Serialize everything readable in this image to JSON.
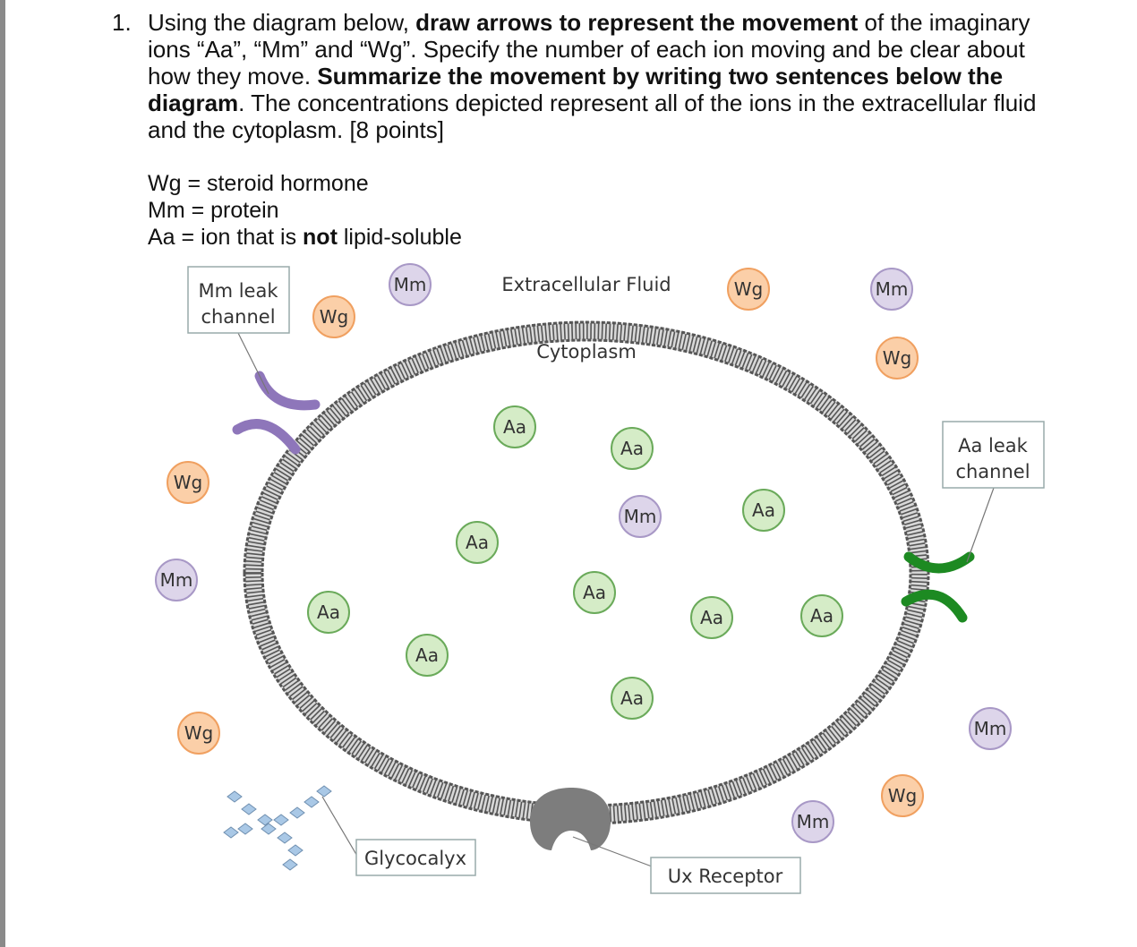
{
  "question": {
    "number": "1.",
    "lines": [
      [
        {
          "t": "Using the diagram below, ",
          "b": false
        },
        {
          "t": "draw arrows to represent the movement",
          "b": true
        },
        {
          "t": " of the imaginary",
          "b": false
        }
      ],
      [
        {
          "t": "ions “Aa”, “Mm” and “Wg”. Specify the number of each ion moving and be clear about",
          "b": false
        }
      ],
      [
        {
          "t": "how they move. ",
          "b": false
        },
        {
          "t": "Summarize the movement by writing two sentences below the",
          "b": true
        }
      ],
      [
        {
          "t": "diagram",
          "b": true
        },
        {
          "t": ".  The concentrations depicted represent all of the ions in the extracellular fluid",
          "b": false
        }
      ],
      [
        {
          "t": "and the cytoplasm. [8 points]",
          "b": false
        }
      ]
    ]
  },
  "definitions": {
    "wg": "Wg = steroid hormone",
    "mm": "Mm = protein",
    "aa_prefix": "Aa = ion that is ",
    "aa_bold": "not",
    "aa_suffix": " lipid-soluble"
  },
  "labels": {
    "extracellular": "Extracellular Fluid",
    "cytoplasm": "Cytoplasm",
    "mm_channel_line1": "Mm leak",
    "mm_channel_line2": "channel",
    "aa_channel_line1": "Aa leak",
    "aa_channel_line2": "channel",
    "glycocalyx": "Glycocalyx",
    "ux_receptor": "Ux Receptor"
  },
  "ions": {
    "aa_label": "Aa",
    "mm_label": "Mm",
    "wg_label": "Wg",
    "colors": {
      "aa_fill": "#d5ecc7",
      "aa_stroke": "#6aaa5a",
      "mm_fill": "#ddd5ea",
      "mm_stroke": "#a898c6",
      "wg_fill": "#fbcfa8",
      "wg_stroke": "#f0a060"
    }
  },
  "colors": {
    "membrane": "#555555",
    "mm_channel": "#8e76ba",
    "aa_channel": "#1d8a22",
    "receptor": "#7d7d7d",
    "glycocalyx": "#a9c8e6"
  }
}
